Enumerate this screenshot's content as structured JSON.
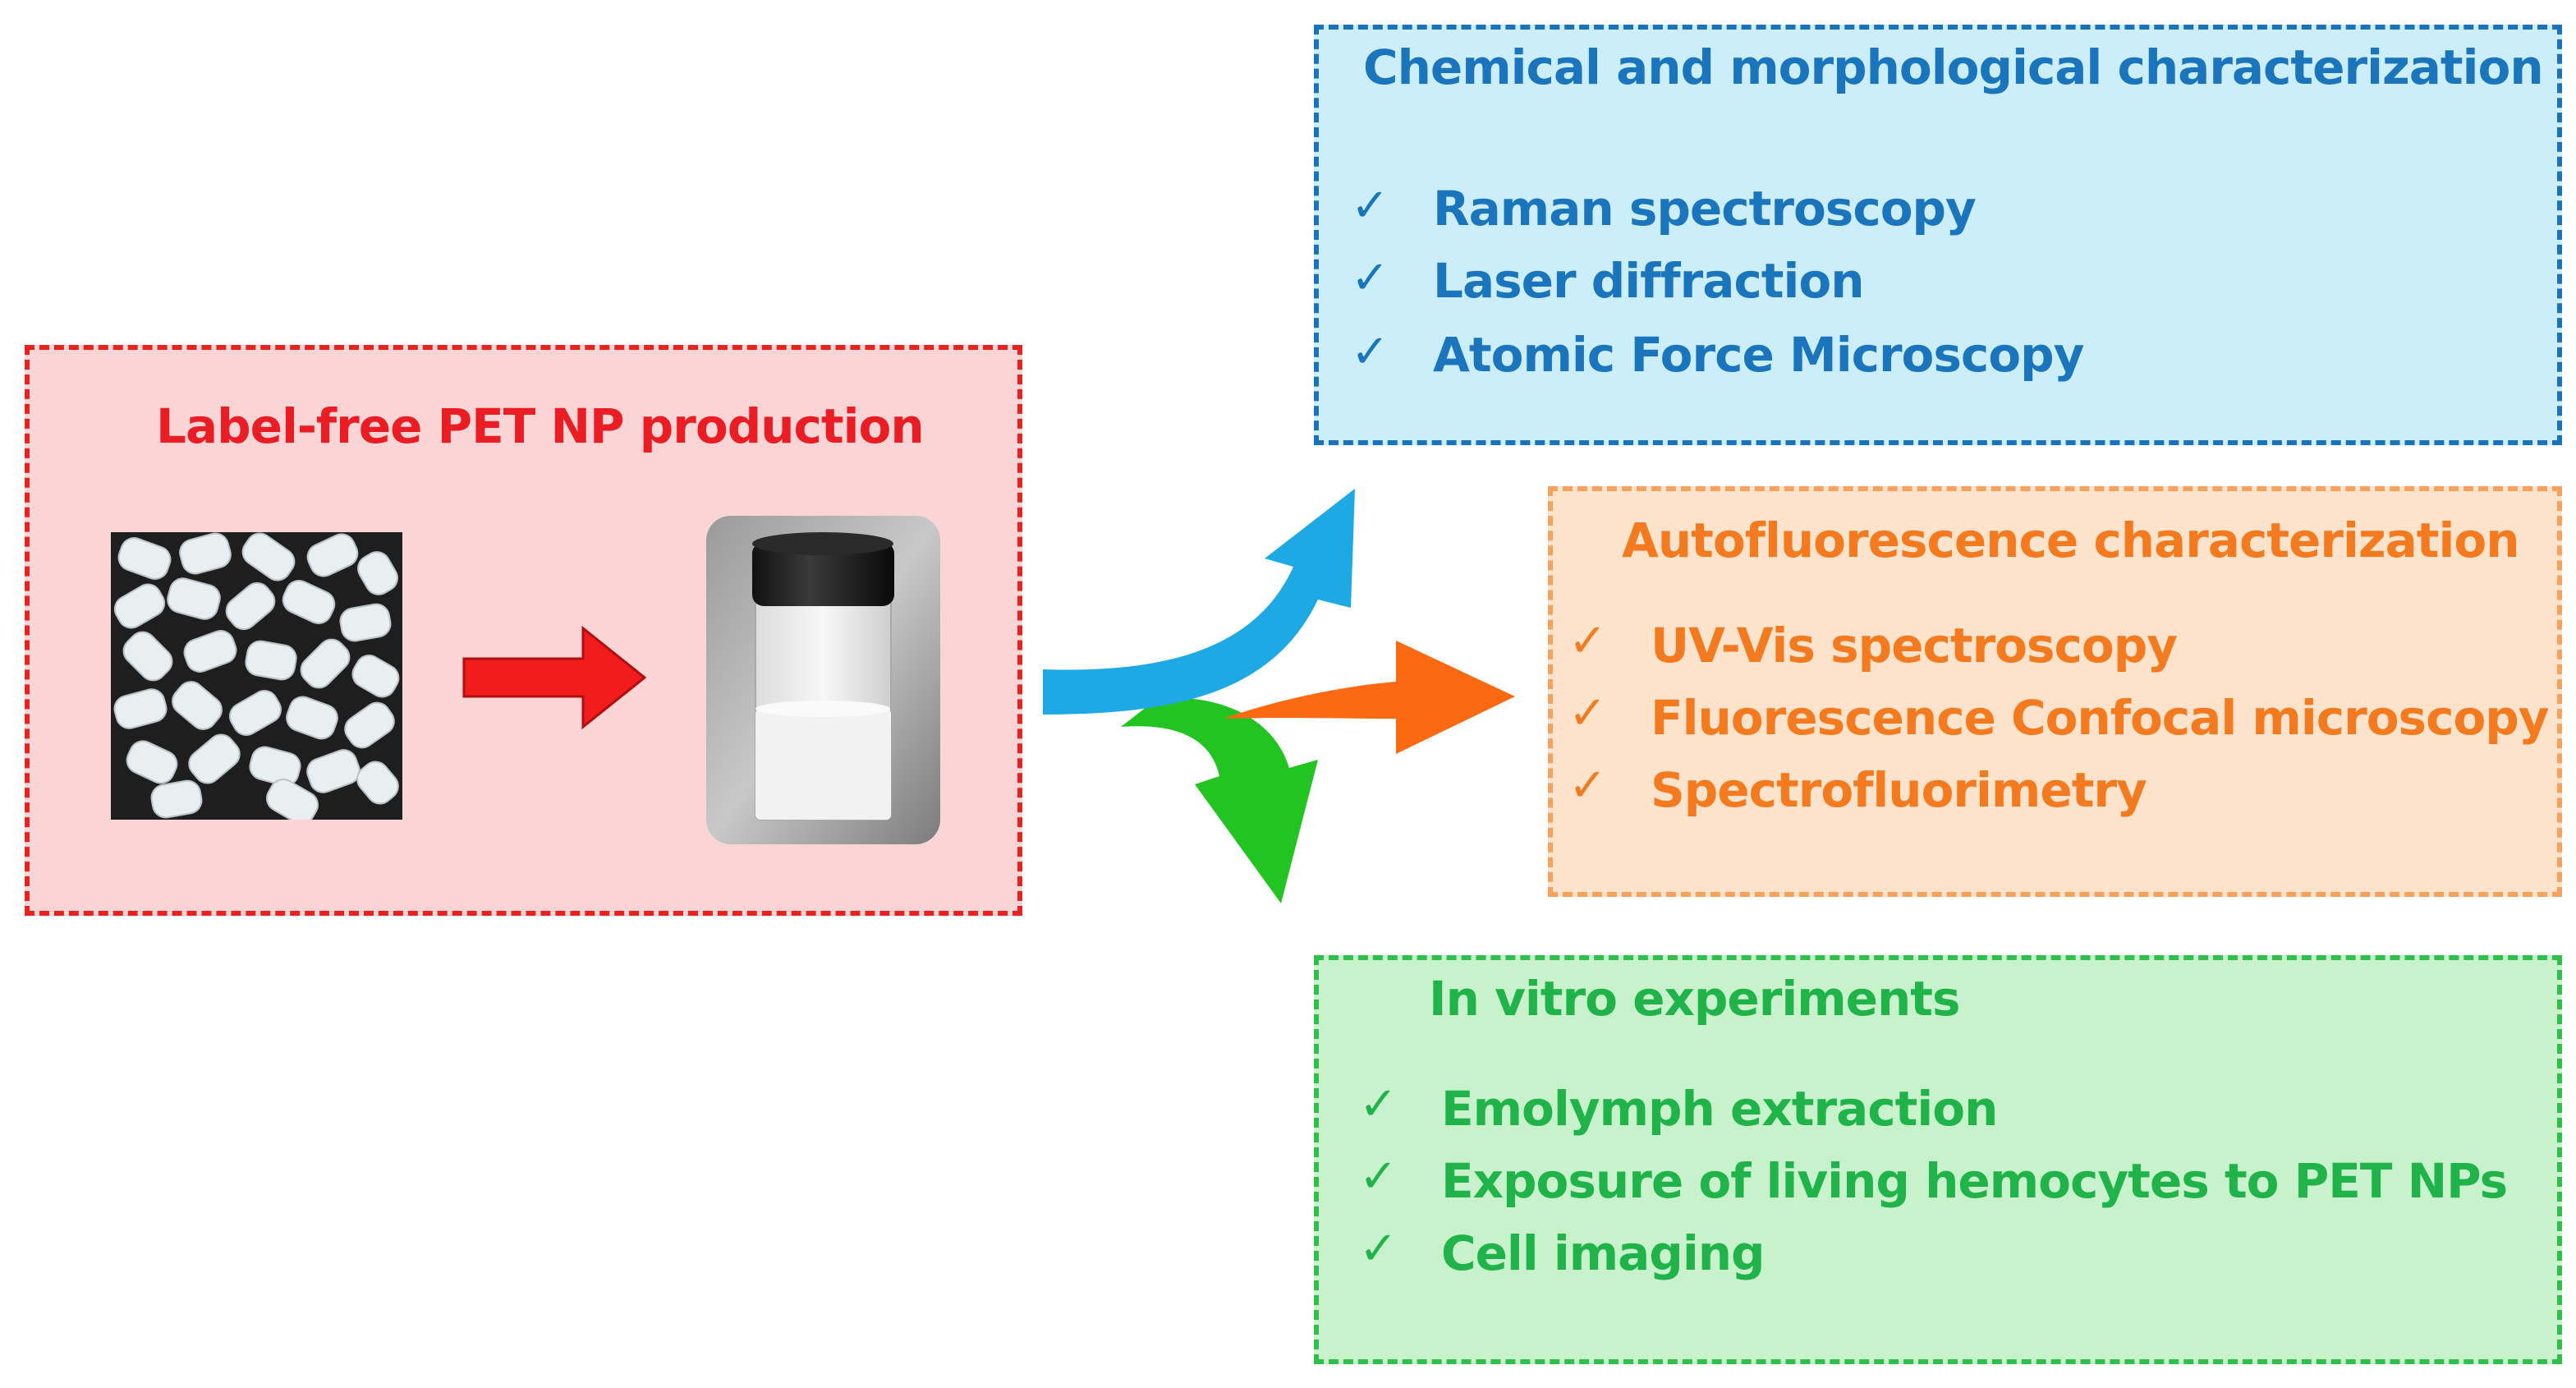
{
  "production": {
    "title": "Label-free PET NP production"
  },
  "chemical": {
    "title": "Chemical and morphological characterization",
    "items": [
      "Raman spectroscopy",
      "Laser diffraction",
      "Atomic Force Microscopy"
    ]
  },
  "autofluorescence": {
    "title": "Autofluorescence characterization",
    "items": [
      "UV-Vis spectroscopy",
      "Fluorescence Confocal microscopy",
      "Spectrofluorimetry"
    ]
  },
  "invitro": {
    "title": "In vitro experiments",
    "items": [
      "Emolymph extraction",
      "Exposure of living hemocytes to PET NPs",
      "Cell imaging"
    ]
  },
  "icons": {
    "check": "check-icon",
    "pellets": "pet-pellets-image",
    "vial": "nanoparticle-vial-image"
  },
  "colors": {
    "red": "#ea1c24",
    "blue": "#1b75bc",
    "orange": "#f47a20",
    "green": "#1fb34a"
  }
}
